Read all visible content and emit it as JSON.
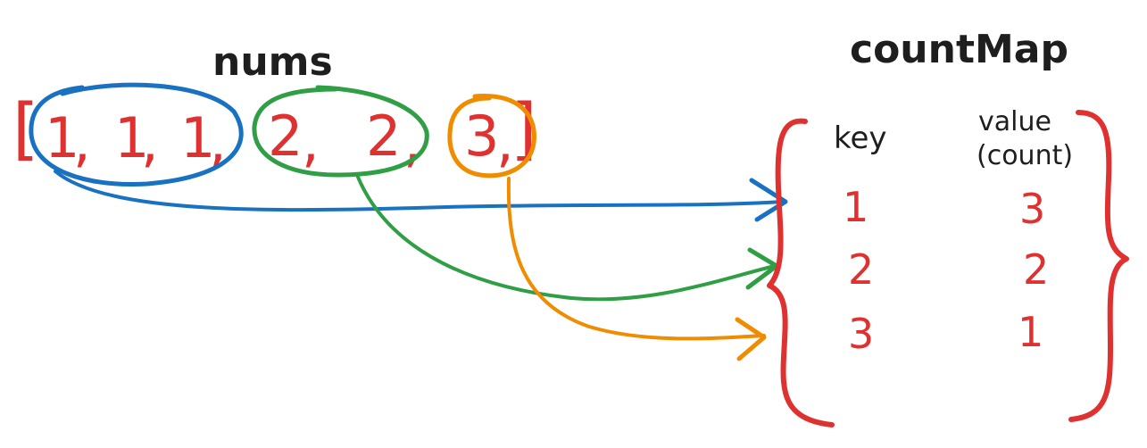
{
  "labels": {
    "nums": "nums",
    "count_map": "countMap"
  },
  "array": {
    "open_bracket": "[",
    "close_bracket": "]",
    "separator": ",",
    "values": [
      "1",
      "1",
      "1",
      "2",
      "2",
      "3"
    ]
  },
  "table": {
    "key_header": "key",
    "value_header_line1": "value",
    "value_header_line2": "(count)",
    "rows": [
      {
        "key": "1",
        "value": "3"
      },
      {
        "key": "2",
        "value": "2"
      },
      {
        "key": "3",
        "value": "1"
      }
    ]
  },
  "colors": {
    "ink": "#1e1e1e",
    "red": "#e03131",
    "blue": "#1971c2",
    "green": "#2f9e44",
    "orange": "#f08c00"
  }
}
